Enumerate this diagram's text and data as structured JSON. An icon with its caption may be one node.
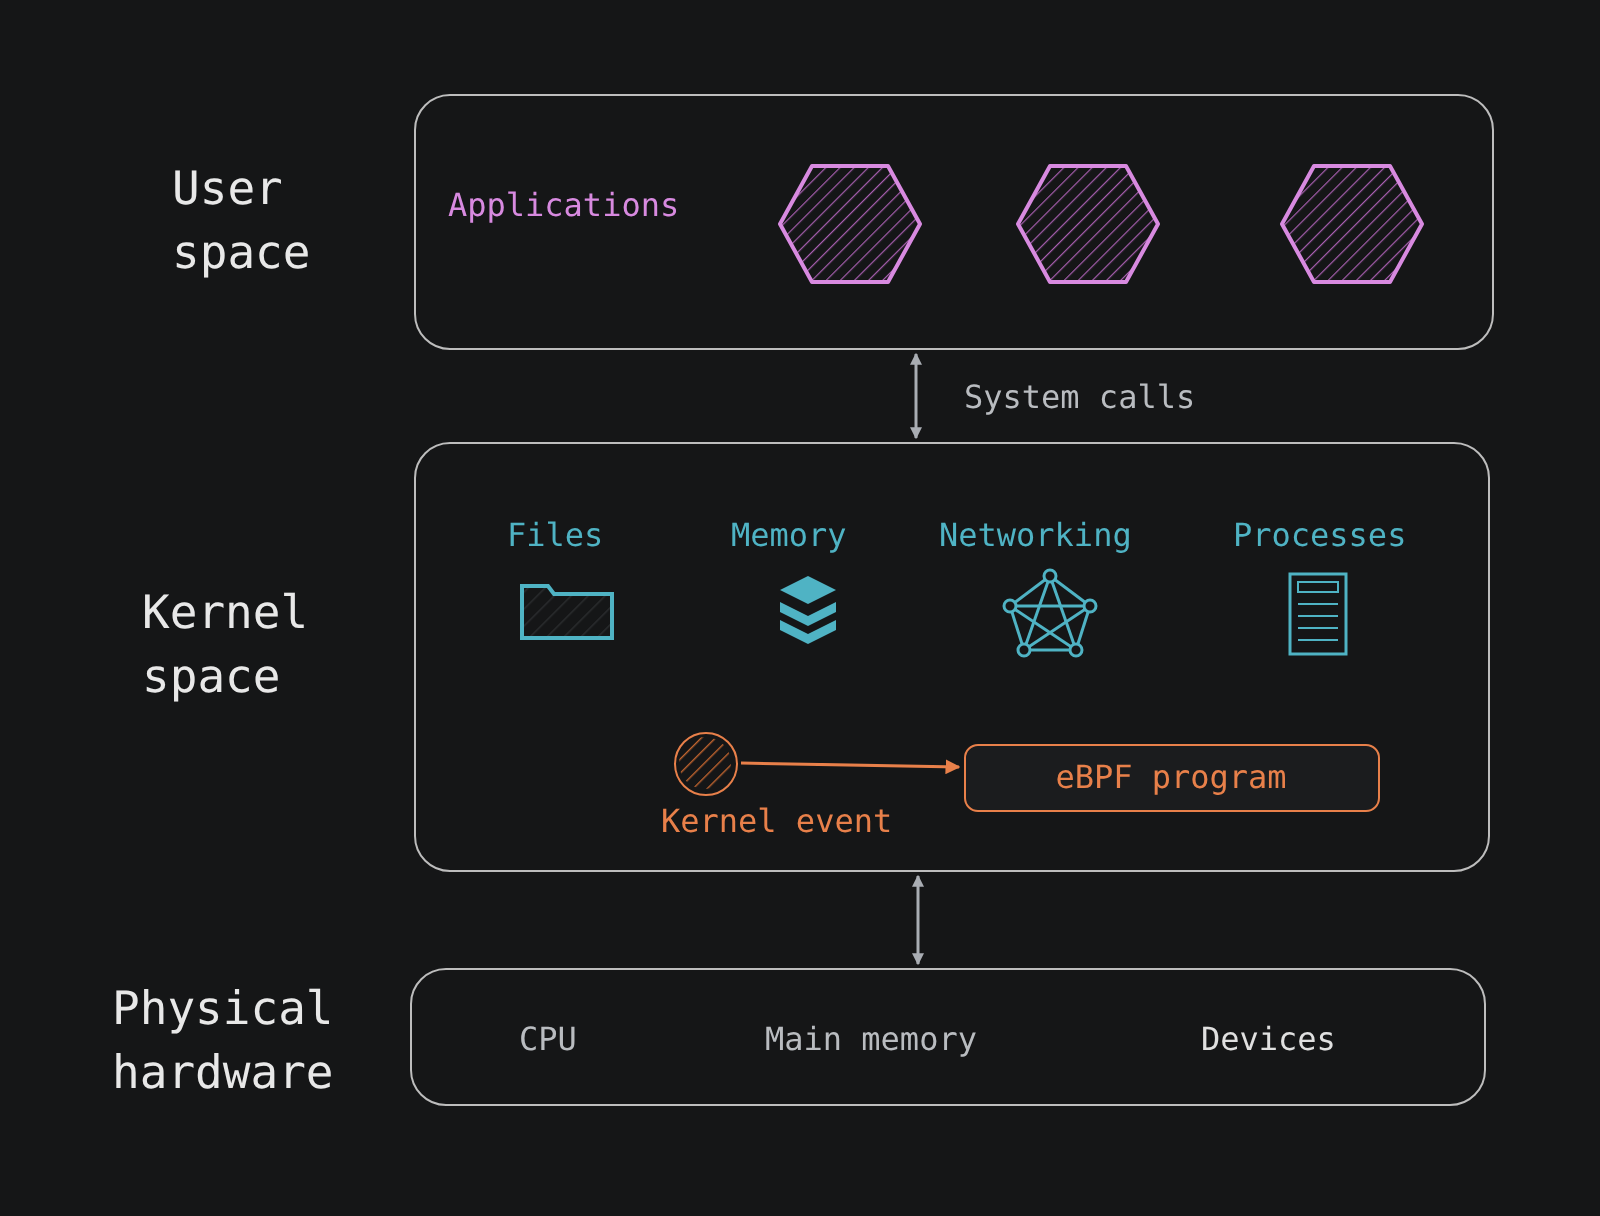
{
  "diagram": {
    "nodes": [
      {
        "text": [
          "User space",
          "Applications"
        ]
      },
      {
        "text": [],
        "shape": "hexagon",
        "in": 0
      },
      {
        "text": [],
        "shape": "hexagon",
        "in": 0
      },
      {
        "text": [],
        "shape": "hexagon",
        "in": 0
      },
      {
        "text": [
          "Kernel space"
        ]
      },
      {
        "text": [
          "Kernel event"
        ],
        "in": 4
      },
      {
        "text": [
          "eBPF program"
        ],
        "in": 4
      },
      {
        "text": [
          "Physical hardware"
        ]
      }
    ],
    "edges": [
      {
        "from": 0,
        "to": 4,
        "arrow": "both",
        "label": "System calls"
      },
      {
        "from": 5,
        "to": 6,
        "arrow": "to",
        "color": "#e8804a"
      },
      {
        "from": 4,
        "to": 7,
        "arrow": "both"
      }
    ],
    "labels": [
      "Files",
      "Memory",
      "Networking",
      "Processes",
      "CPU",
      "Main memory",
      "Devices"
    ]
  }
}
